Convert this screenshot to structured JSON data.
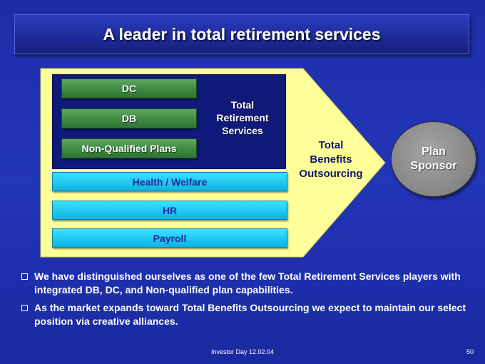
{
  "slide": {
    "title": "A leader in total retirement services",
    "colors": {
      "background": "#2232b4",
      "panel": "#ffff99",
      "trs_box": "#101a7a",
      "green": "#3e8a42",
      "cyan": "#1fc8f4",
      "sponsor": "#8a8a8a"
    },
    "diagram": {
      "retirement_items": [
        "DC",
        "DB",
        "Non-Qualified Plans"
      ],
      "retirement_label": [
        "Total",
        "Retirement",
        "Services"
      ],
      "benefit_items": [
        "Health / Welfare",
        "HR",
        "Payroll"
      ],
      "outsourcing_label": [
        "Total",
        "Benefits",
        "Outsourcing"
      ],
      "sponsor_label": [
        "Plan",
        "Sponsor"
      ]
    },
    "bullets": [
      "We have distinguished ourselves as one of the few Total Retirement Services players with integrated DB, DC, and Non-qualified plan capabilities.",
      "As the market expands toward Total Benefits Outsourcing we expect to maintain our select position via creative alliances."
    ],
    "footer": "Investor Day 12.02.04",
    "page_number": "50"
  }
}
